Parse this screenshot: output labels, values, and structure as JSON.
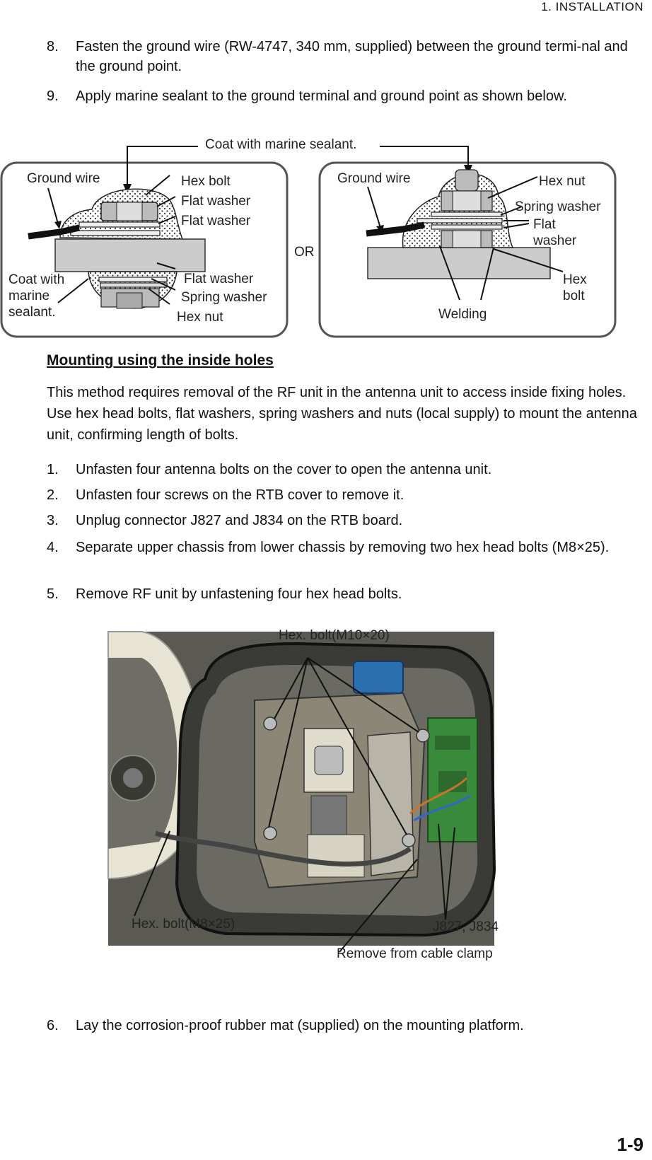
{
  "header": {
    "section": "1.  INSTALLATION"
  },
  "steps_top": [
    {
      "num": "8.",
      "text": "Fasten the ground wire (RW-4747, 340 mm, supplied) between the ground termi-nal and the ground point."
    },
    {
      "num": "9.",
      "text": "Apply marine sealant to the ground terminal and ground point as shown below."
    }
  ],
  "figure1": {
    "top_label": "Coat with marine sealant.",
    "or_label": "OR",
    "left": {
      "ground_wire": "Ground wire",
      "hex_bolt": "Hex bolt",
      "flat_washer_1": "Flat washer",
      "flat_washer_2": "Flat washer",
      "flat_washer_3": "Flat washer",
      "spring_washer": "Spring washer",
      "hex_nut": "Hex nut",
      "coat_with": "Coat with",
      "marine": "marine",
      "sealant": "sealant."
    },
    "right": {
      "ground_wire": "Ground wire",
      "hex_nut": "Hex nut",
      "spring_washer": "Spring washer",
      "flat": "Flat",
      "washer": "washer",
      "hex": "Hex",
      "bolt": "bolt",
      "welding": "Welding"
    }
  },
  "section": {
    "heading": "Mounting using the inside holes",
    "paragraph": "This method requires removal of the RF unit in the antenna unit to access inside fixing holes. Use hex head bolts, flat washers, spring washers and nuts (local supply) to mount the antenna unit, confirming length of bolts."
  },
  "steps_mid": [
    {
      "num": "1.",
      "text": "Unfasten four antenna bolts on the cover to open the antenna unit."
    },
    {
      "num": "2.",
      "text": "Unfasten four screws on the RTB cover to remove it."
    },
    {
      "num": "3.",
      "text": "Unplug connector J827 and J834 on the RTB board."
    },
    {
      "num": "4.",
      "text": "Separate upper chassis from lower chassis by removing two hex head bolts (M8×25)."
    },
    {
      "num": "5.",
      "text": "Remove RF unit by unfastening four hex head bolts."
    }
  ],
  "figure2": {
    "hex_bolt_m10": "Hex. bolt(M10×20)",
    "hex_bolt_m8": "Hex. bolt(M8×25)",
    "connectors": "J827, J834",
    "cable_clamp": "Remove from cable clamp"
  },
  "steps_bottom": [
    {
      "num": "6.",
      "text": "Lay the corrosion-proof rubber mat (supplied) on the mounting platform."
    }
  ],
  "page_number": "1-9"
}
